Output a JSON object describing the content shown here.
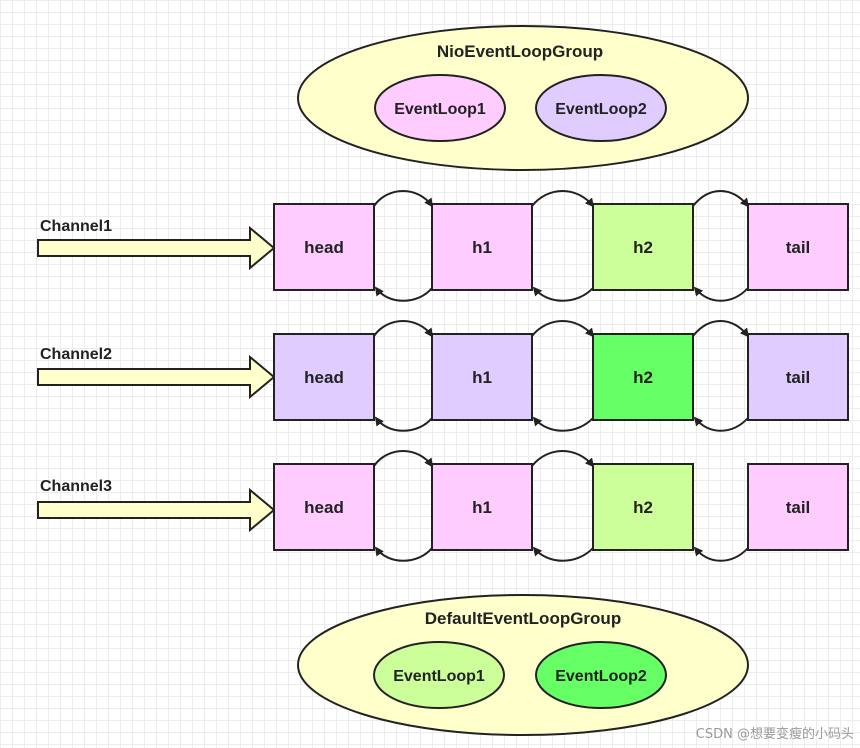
{
  "groups": {
    "nio": {
      "title": "NioEventLoopGroup",
      "loops": [
        {
          "label": "EventLoop1",
          "fill": "#ffccff"
        },
        {
          "label": "EventLoop2",
          "fill": "#e0ccff"
        }
      ]
    },
    "default": {
      "title": "DefaultEventLoopGroup",
      "loops": [
        {
          "label": "EventLoop1",
          "fill": "#ccff99"
        },
        {
          "label": "EventLoop2",
          "fill": "#66ff66"
        }
      ]
    }
  },
  "channels": [
    {
      "label": "Channel1",
      "nodes": [
        {
          "label": "head",
          "fill": "#ffccff"
        },
        {
          "label": "h1",
          "fill": "#ffccff"
        },
        {
          "label": "h2",
          "fill": "#ccff99"
        },
        {
          "label": "tail",
          "fill": "#ffccff"
        }
      ]
    },
    {
      "label": "Channel2",
      "nodes": [
        {
          "label": "head",
          "fill": "#e0ccff"
        },
        {
          "label": "h1",
          "fill": "#e0ccff"
        },
        {
          "label": "h2",
          "fill": "#66ff66"
        },
        {
          "label": "tail",
          "fill": "#e0ccff"
        }
      ]
    },
    {
      "label": "Channel3",
      "nodes": [
        {
          "label": "head",
          "fill": "#ffccff"
        },
        {
          "label": "h1",
          "fill": "#ffccff"
        },
        {
          "label": "h2",
          "fill": "#ccff99"
        },
        {
          "label": "tail",
          "fill": "#ffccff"
        }
      ]
    }
  ],
  "colors": {
    "group_fill": "#ffffcc",
    "stroke": "#222222",
    "arrow_fill": "#ffffcc"
  },
  "watermark": "CSDN @想要变瘦的小码头"
}
